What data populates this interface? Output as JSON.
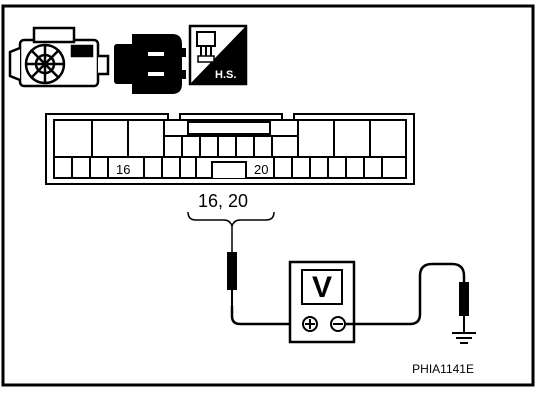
{
  "icons": {
    "engine": "engine-icon",
    "connector": "connector-icon",
    "harness": "harness-side-icon",
    "harness_badge": "H.S."
  },
  "connector": {
    "pin_left": "16",
    "pin_right": "20"
  },
  "measurement_label": "16, 20",
  "meter": {
    "symbol": "V",
    "plus_terminal": "⊕",
    "minus_terminal": "⊖"
  },
  "figure_code": "PHIA1141E",
  "colors": {
    "line": "#000000",
    "background": "#ffffff"
  }
}
